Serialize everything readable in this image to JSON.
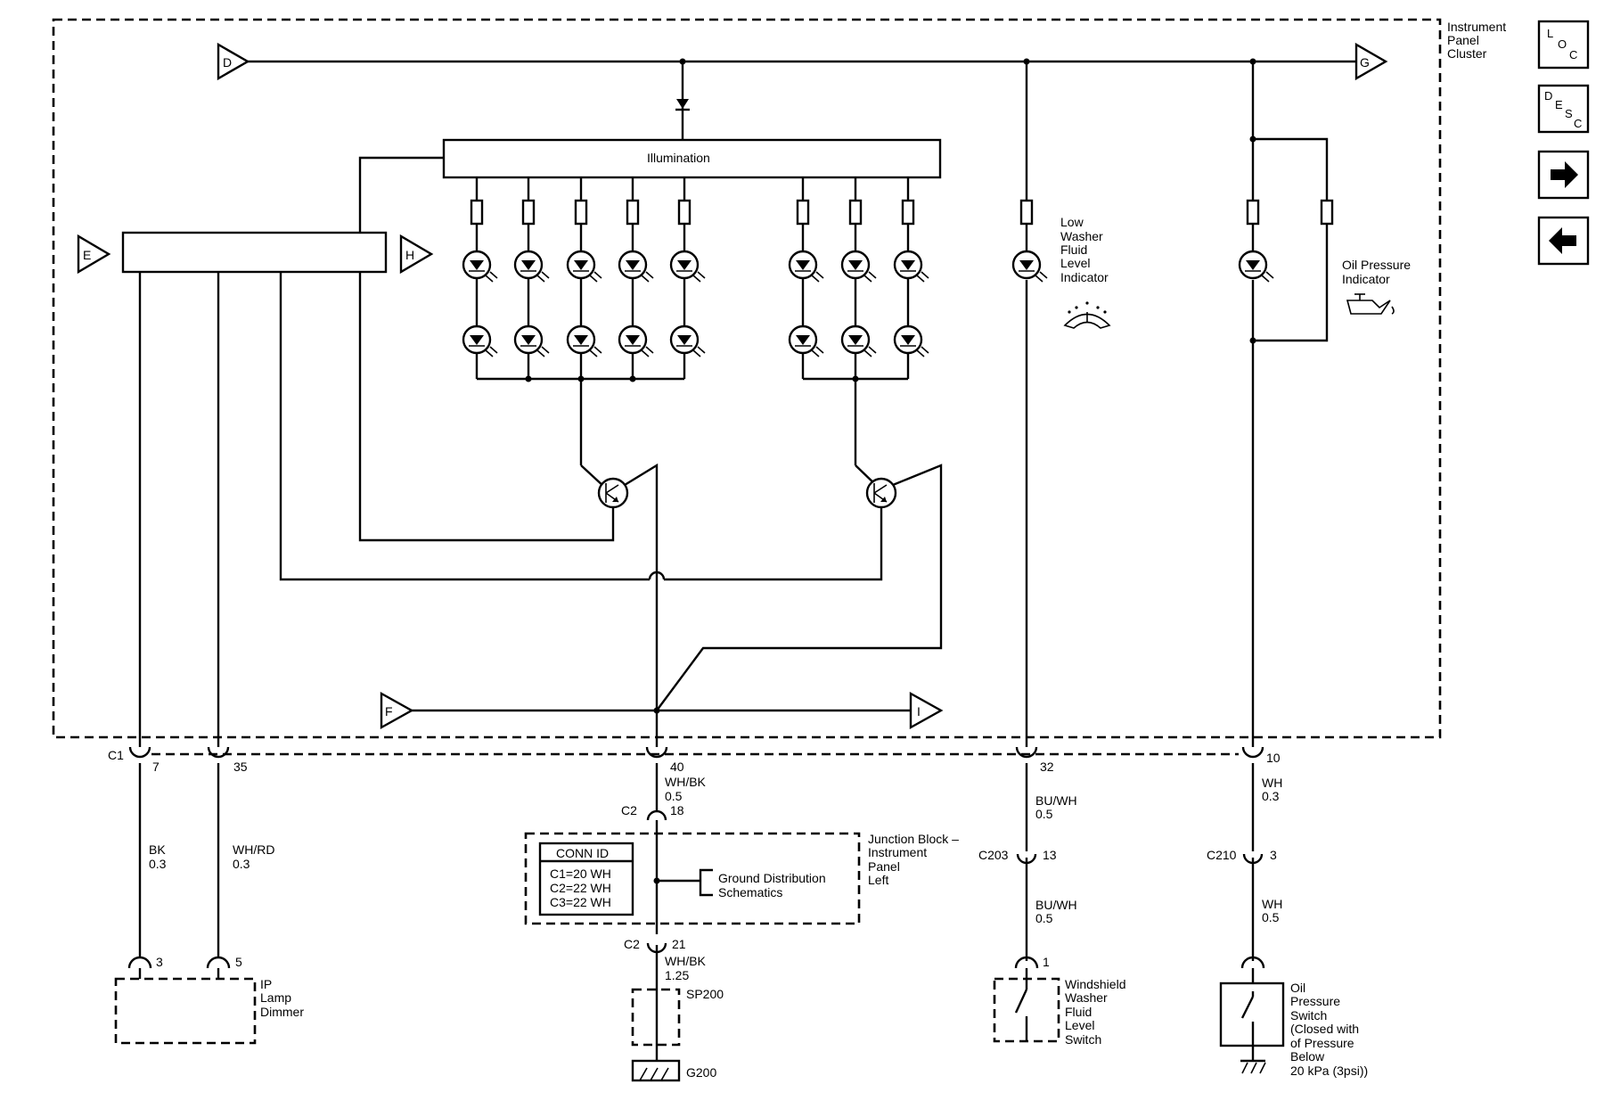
{
  "module": {
    "name_lines": [
      "Instrument",
      "Panel",
      "Cluster"
    ],
    "illumination_label": "Illumination"
  },
  "offpage": {
    "d": "D",
    "g": "G",
    "e": "E",
    "h": "H",
    "f": "F",
    "i": "I"
  },
  "indicators": {
    "low_washer": [
      "Low",
      "Washer",
      "Fluid",
      "Level",
      "Indicator"
    ],
    "oil_pressure": [
      "Oil Pressure",
      "Indicator"
    ]
  },
  "connectors": {
    "c1": "C1",
    "c1_pins": [
      "7",
      "35",
      "40",
      "32",
      "10"
    ],
    "c2_top": "C2",
    "c2_top_pin": "18",
    "c2_bottom": "C2",
    "c2_bottom_pin": "21",
    "c203": "C203",
    "c203_pin": "13",
    "c210": "C210",
    "c210_pin": "3",
    "dimmer_pins": [
      "3",
      "5"
    ],
    "washer_switch_pin": "1"
  },
  "wires": {
    "bk": [
      "BK",
      "0.3"
    ],
    "whrd": [
      "WH/RD",
      "0.3"
    ],
    "whbk_top": [
      "WH/BK",
      "0.5"
    ],
    "whbk_bottom": [
      "WH/BK",
      "1.25"
    ],
    "buwh_top": [
      "BU/WH",
      "0.5"
    ],
    "buwh_bottom": [
      "BU/WH",
      "0.5"
    ],
    "wh_top": [
      "WH",
      "0.3"
    ],
    "wh_bottom": [
      "WH",
      "0.5"
    ]
  },
  "junction_block": {
    "name_lines": [
      "Junction Block –",
      "Instrument",
      "Panel",
      "Left"
    ],
    "conn_id_title": "CONN ID",
    "conn_id_rows": [
      "C1=20 WH",
      "C2=22 WH",
      "C3=22 WH"
    ],
    "ground_ref_lines": [
      "Ground Distribution",
      "Schematics"
    ]
  },
  "components": {
    "dimmer": [
      "IP",
      "Lamp",
      "Dimmer"
    ],
    "washer_switch": [
      "Windshield",
      "Washer",
      "Fluid",
      "Level",
      "Switch"
    ],
    "oil_switch": [
      "Oil",
      "Pressure",
      "Switch",
      "(Closed with",
      "of Pressure",
      "Below",
      "20 kPa (3psi))"
    ],
    "splice": "SP200",
    "ground": "G200"
  },
  "nav": {
    "loc": [
      "L",
      "O",
      "C"
    ],
    "desc": [
      "D",
      "E",
      "S",
      "C"
    ],
    "next_icon": "arrow-right-icon",
    "prev_icon": "arrow-left-icon"
  }
}
